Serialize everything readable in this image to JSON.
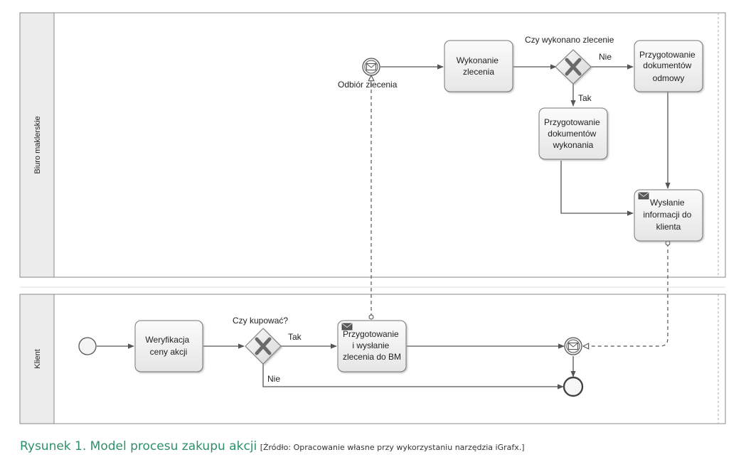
{
  "lanes": [
    {
      "label": "Biuro maklerskie"
    },
    {
      "label": "Klient"
    }
  ],
  "tasks": {
    "wykonanie": [
      "Wykonanie",
      "zlecenia"
    ],
    "odmowa": [
      "Przygotowanie",
      "dokumentów",
      "odmowy"
    ],
    "dok_wykonania": [
      "Przygotowanie",
      "dokumentów",
      "wykonania"
    ],
    "wyslanie_info": [
      "Wysłanie",
      "informacji do",
      "klienta"
    ],
    "weryfikacja": [
      "Weryfikacja",
      "ceny akcji"
    ],
    "zlecenie_bm": [
      "Przygotowanie",
      "i wysłanie",
      "zlecenia do BM"
    ]
  },
  "gateways": {
    "czy_wykonano": "Czy wykonano zlecenie",
    "czy_kupowac": "Czy kupować?"
  },
  "flow_labels": {
    "nie_top": "Nie",
    "tak_top": "Tak",
    "tak_bottom": "Tak",
    "nie_bottom": "Nie"
  },
  "events": {
    "odbior": "Odbiór zlecenia"
  },
  "caption": {
    "title": "Rysunek 1. Model procesu zakupu akcji",
    "source": "[Źródło: Opracowanie własne przy wykorzystaniu narzędzia iGrafx.]"
  },
  "colors": {
    "caption_title": "#2e9068",
    "lane_header": "#ececec",
    "task_fill": "#f0f0f0",
    "line": "#555555"
  }
}
